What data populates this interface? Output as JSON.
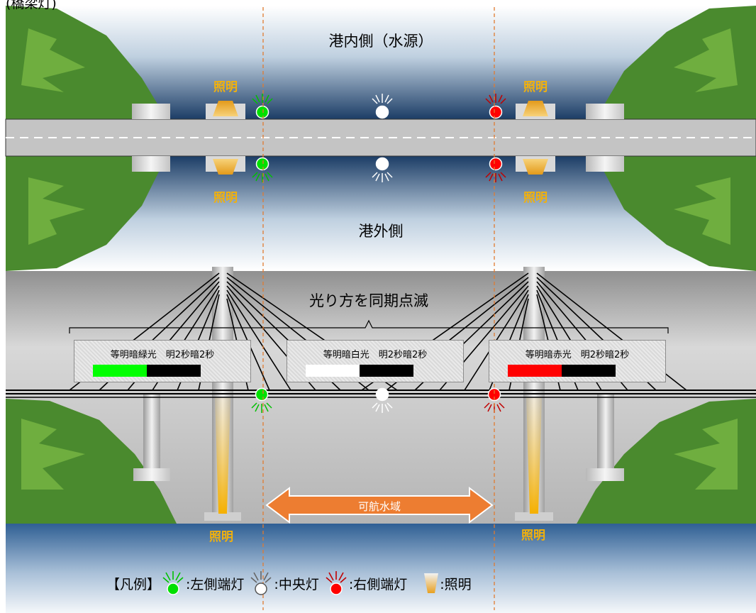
{
  "page_title_fragment": "(橋梁灯)",
  "top_view": {
    "harbor_inner_label": "港内側（水源）",
    "harbor_outer_label": "港外側",
    "lamp_label": "照明"
  },
  "front_view": {
    "sync_label": "光り方を同期点滅",
    "patterns": [
      {
        "text": "等明暗緑光　明2秒暗2秒",
        "light_color": "#00ff00"
      },
      {
        "text": "等明暗白光　明2秒暗2秒",
        "light_color": "#ffffff"
      },
      {
        "text": "等明暗赤光　明2秒暗2秒",
        "light_color": "#ff0000"
      }
    ],
    "navigable_label": "可航水域",
    "lamp_label": "照明"
  },
  "legend": {
    "open": "【凡例】",
    "items": [
      {
        "text": ":左側端灯",
        "icon": "green-end-light-icon",
        "color": "#00e000",
        "ray": "#00c000"
      },
      {
        "text": ":中央灯",
        "icon": "white-center-light-icon",
        "color": "#ffffff",
        "ray": "#ffffff"
      },
      {
        "text": ":右側端灯",
        "icon": "red-end-light-icon",
        "color": "#ff0000",
        "ray": "#c00000"
      },
      {
        "text": ":照明",
        "icon": "floodlight-icon",
        "color": "#e8a83a"
      }
    ]
  },
  "colors": {
    "green_light": "#00e000",
    "white_light": "#ffffff",
    "red_light": "#ff0000",
    "lamp_text": "#f2b10c",
    "water_arrow": "#ed7d31",
    "forest": "#4a8a2e",
    "sky_dark": "#1b3a63"
  }
}
